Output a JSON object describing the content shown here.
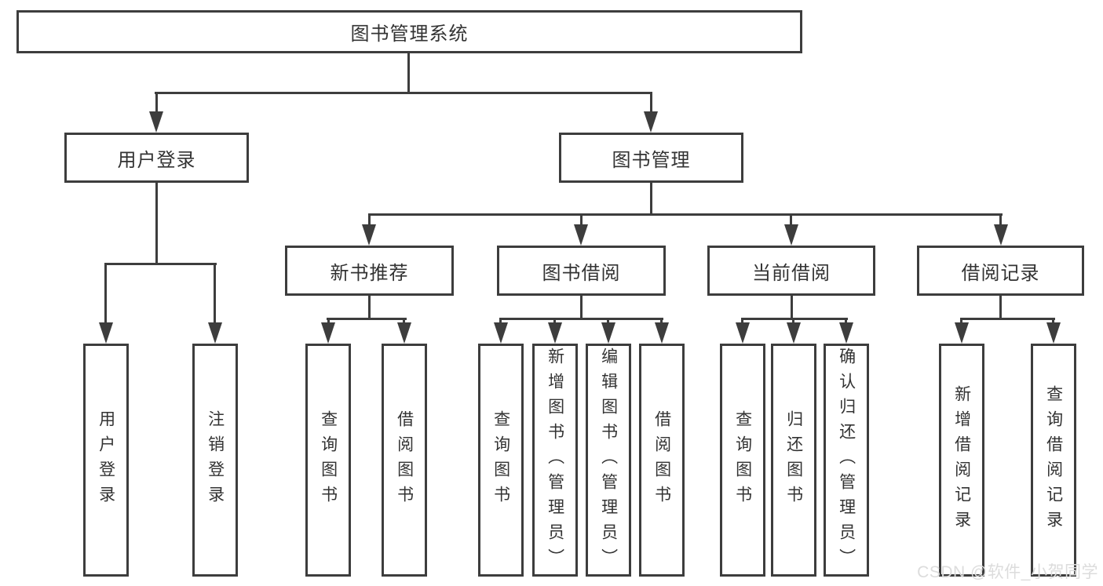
{
  "diagram_title": "图书管理系统",
  "tree": {
    "label": "图书管理系统",
    "children": [
      {
        "label": "用户登录",
        "children": [
          {
            "label": "用户登录"
          },
          {
            "label": "注销登录"
          }
        ]
      },
      {
        "label": "图书管理",
        "children": [
          {
            "label": "新书推荐",
            "children": [
              {
                "label": "查询图书"
              },
              {
                "label": "借阅图书"
              }
            ]
          },
          {
            "label": "图书借阅",
            "children": [
              {
                "label": "查询图书"
              },
              {
                "label": "新增图书（管理员）"
              },
              {
                "label": "编辑图书（管理员）"
              },
              {
                "label": "借阅图书"
              }
            ]
          },
          {
            "label": "当前借阅",
            "children": [
              {
                "label": "查询图书"
              },
              {
                "label": "归还图书"
              },
              {
                "label": "确认归还（管理员）"
              }
            ]
          },
          {
            "label": "借阅记录",
            "children": [
              {
                "label": "新增借阅记录"
              },
              {
                "label": "查询借阅记录"
              }
            ]
          }
        ]
      }
    ]
  },
  "watermark": {
    "text": "CSDN @软件_小贺同学"
  },
  "colors": {
    "line": "#3d3d3d",
    "text": "#333333",
    "background": "#ffffff",
    "watermark": "#dcdcdc"
  }
}
